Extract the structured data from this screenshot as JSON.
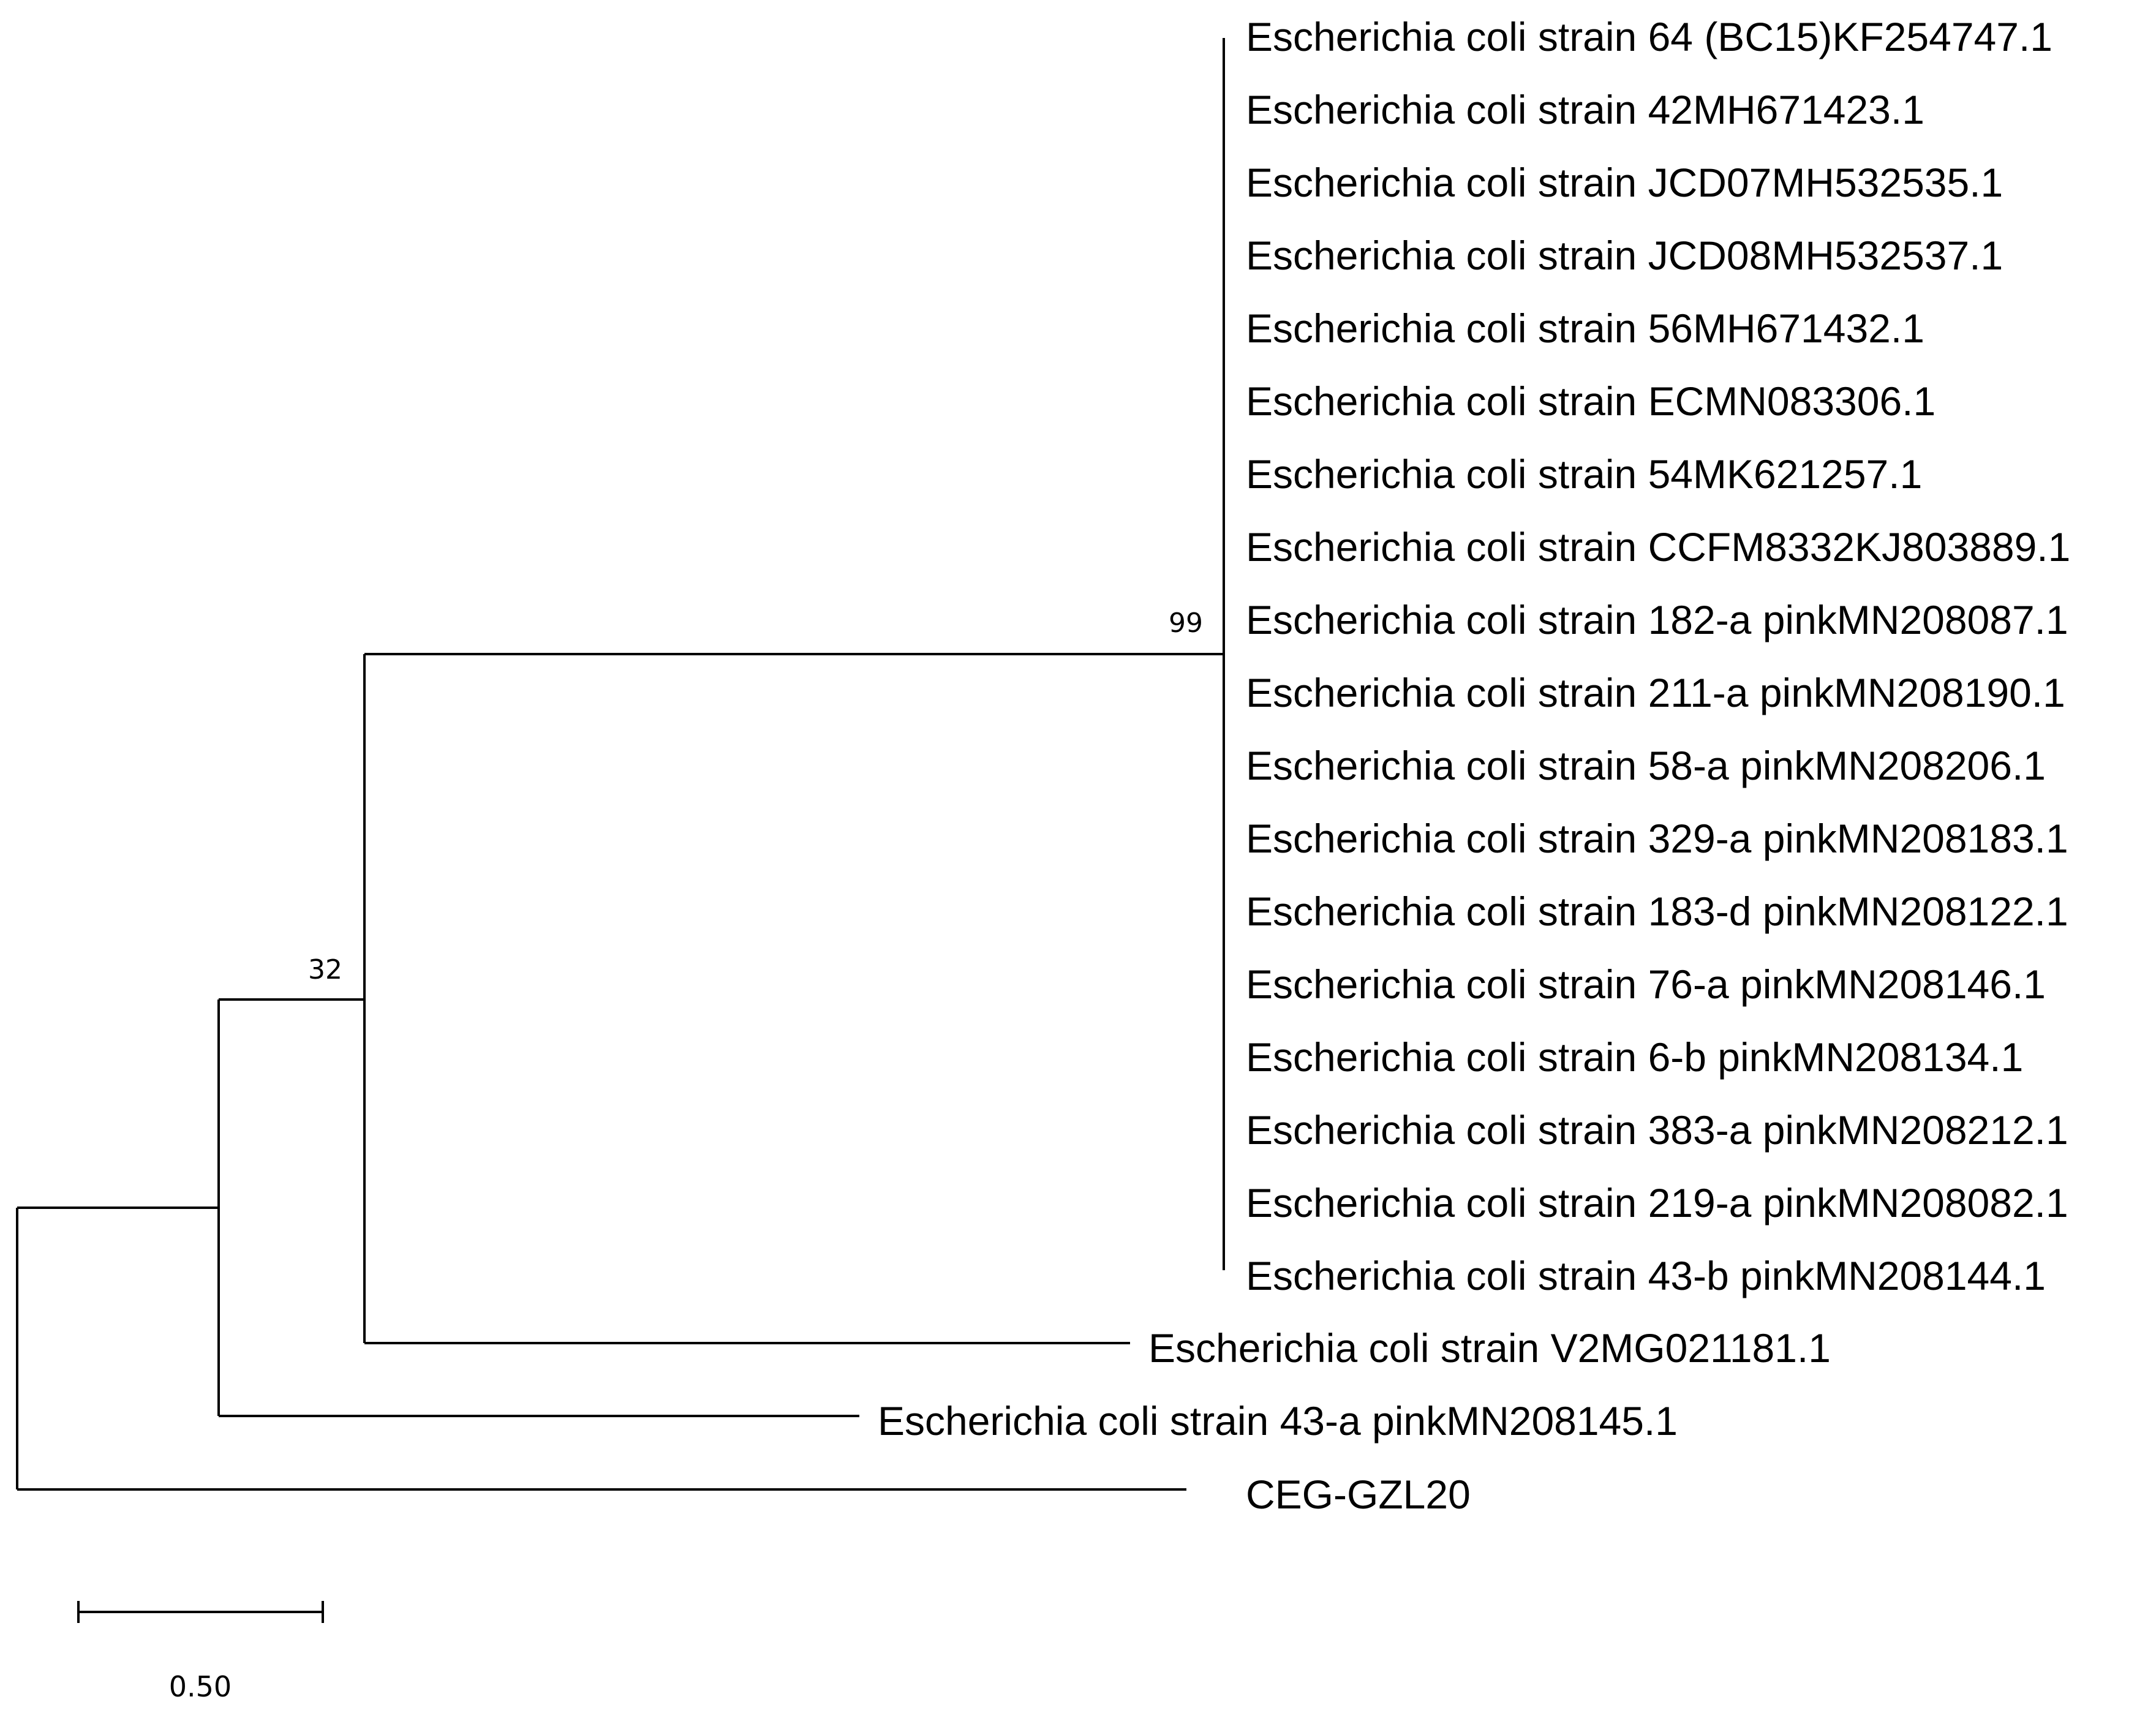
{
  "tree": {
    "leaves": [
      "Escherichia coli strain 64 (BC15)KF254747.1",
      "Escherichia coli strain 42MH671423.1",
      "Escherichia coli strain JCD07MH532535.1",
      "Escherichia coli strain JCD08MH532537.1",
      "Escherichia coli strain 56MH671432.1",
      "Escherichia coli strain ECMN083306.1",
      "Escherichia coli strain 54MK621257.1",
      "Escherichia coli strain CCFM8332KJ803889.1",
      "Escherichia coli strain 182-a pinkMN208087.1",
      "Escherichia coli strain 211-a pinkMN208190.1",
      "Escherichia coli strain 58-a pinkMN208206.1",
      "Escherichia coli strain 329-a pinkMN208183.1",
      "Escherichia coli strain 183-d pinkMN208122.1",
      "Escherichia coli strain 76-a pinkMN208146.1",
      "Escherichia coli strain 6-b pinkMN208134.1",
      "Escherichia coli strain 383-a pinkMN208212.1",
      "Escherichia coli strain 219-a pinkMN208082.1",
      "Escherichia coli strain 43-b pinkMN208144.1"
    ],
    "outgroup_leaves": {
      "v2": "Escherichia coli strain V2MG021181.1",
      "a43": "Escherichia coli strain 43-a pinkMN208145.1",
      "ceg": "CEG-GZL20"
    },
    "bootstrap": {
      "clade": "99",
      "inner": "32"
    }
  },
  "scale_bar": {
    "label": "0.50",
    "value": 0.5
  }
}
